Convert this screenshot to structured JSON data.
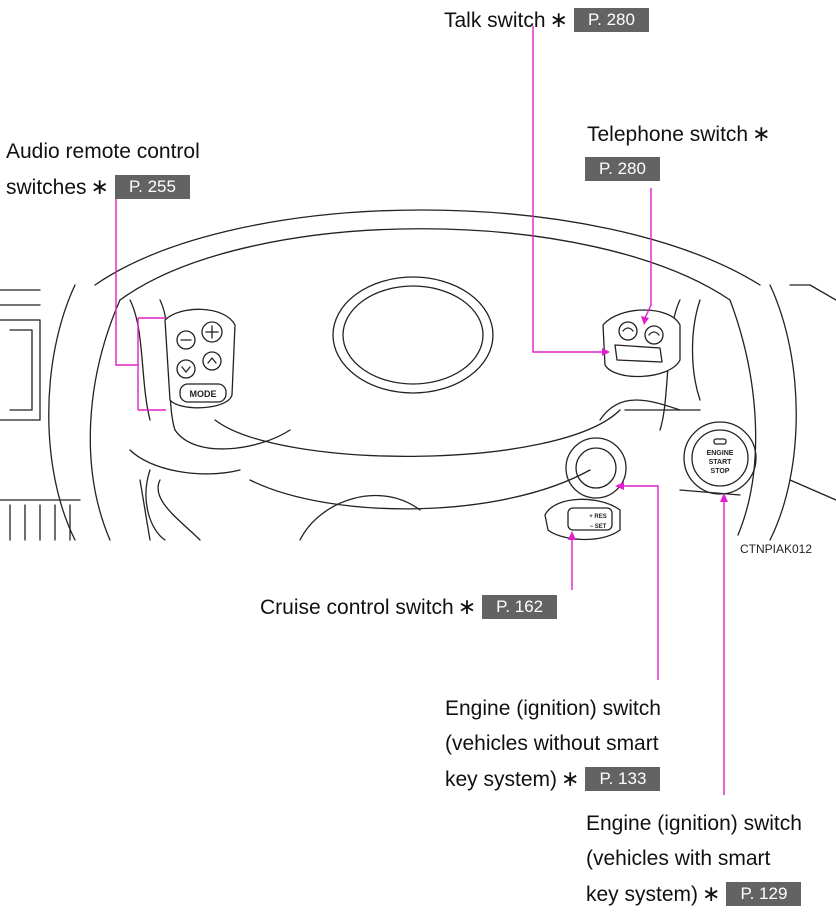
{
  "star": "∗",
  "labels": {
    "talk": {
      "text": "Talk switch",
      "ref": "P. 280"
    },
    "telephone": {
      "text": "Telephone switch",
      "ref": "P. 280"
    },
    "audio": {
      "line1": "Audio remote control",
      "line2": "switches",
      "ref": "P. 255"
    },
    "cruise": {
      "text": "Cruise control switch",
      "ref": "P. 162"
    },
    "engine_no_smart": {
      "line1": "Engine (ignition) switch",
      "line2": "(vehicles without smart",
      "line3": "key system)",
      "ref": "P. 133"
    },
    "engine_smart": {
      "line1": "Engine (ignition) switch",
      "line2": "(vehicles with smart",
      "line3": "key system)",
      "ref": "P. 129"
    }
  },
  "image_code": "CTNPIAK012",
  "button_text": {
    "mode": "MODE",
    "engine": "ENGINE",
    "start": "START",
    "stop": "STOP",
    "res": "+ RES",
    "set": "− SET"
  },
  "colors": {
    "leader": "#e020c8",
    "ref_bg": "#636363"
  }
}
